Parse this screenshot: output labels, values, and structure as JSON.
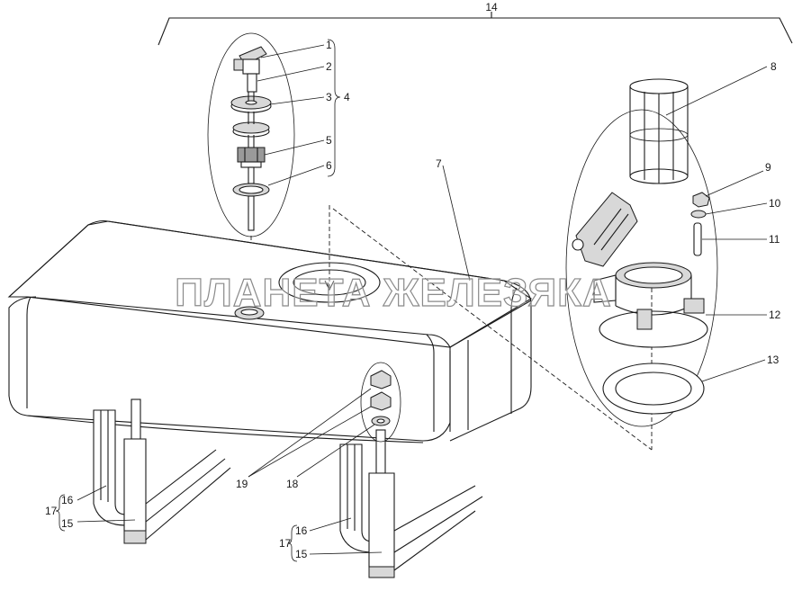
{
  "watermark": "ПЛАНЕТА ЖЕЛЕЗЯКА",
  "callouts": {
    "c1": "1",
    "c2": "2",
    "c3": "3",
    "c4": "4",
    "c5": "5",
    "c6": "6",
    "c7": "7",
    "c8": "8",
    "c9": "9",
    "c10": "10",
    "c11": "11",
    "c12": "12",
    "c13": "13",
    "c14": "14",
    "c15a": "15",
    "c16a": "16",
    "c17a": "17",
    "c15b": "15",
    "c16b": "16",
    "c17b": "17",
    "c18": "18",
    "c19": "19"
  }
}
